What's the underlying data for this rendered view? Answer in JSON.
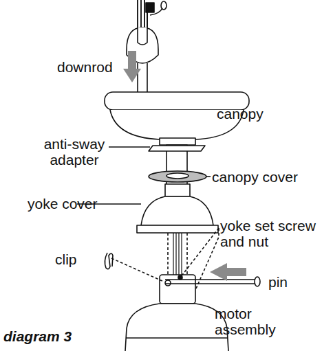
{
  "diagram": {
    "caption": "diagram 3",
    "labels": [
      "downrod",
      "canopy",
      "anti-sway adapter",
      "canopy cover",
      "yoke cover",
      "yoke set screw and nut",
      "clip",
      "pin",
      "motor assembly"
    ]
  }
}
